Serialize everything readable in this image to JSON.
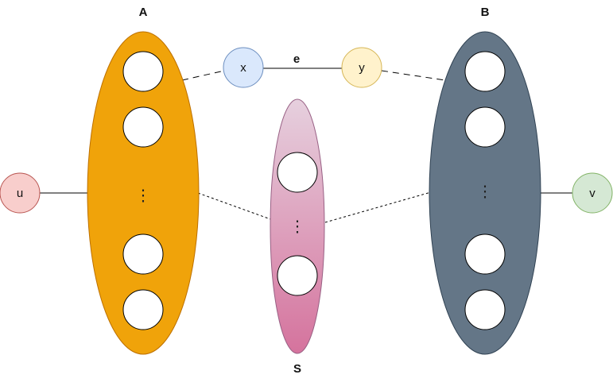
{
  "sets": {
    "a": {
      "label": "A",
      "fill": "#f0a30a"
    },
    "b": {
      "label": "B",
      "fill": "#647687"
    },
    "s": {
      "label": "S",
      "fill_top": "#e6d0de",
      "fill_bottom": "#d5739d"
    }
  },
  "nodes": {
    "u": {
      "label": "u",
      "fill": "#f8cecc"
    },
    "v": {
      "label": "v",
      "fill": "#d5e8d4"
    },
    "x": {
      "label": "x",
      "fill": "#dae8fc"
    },
    "y": {
      "label": "y",
      "fill": "#fff2cc"
    }
  },
  "edge_label": "e",
  "ellipsis": "⋮",
  "colors": {
    "line": "#000000",
    "inner_circle": "#ffffff"
  }
}
